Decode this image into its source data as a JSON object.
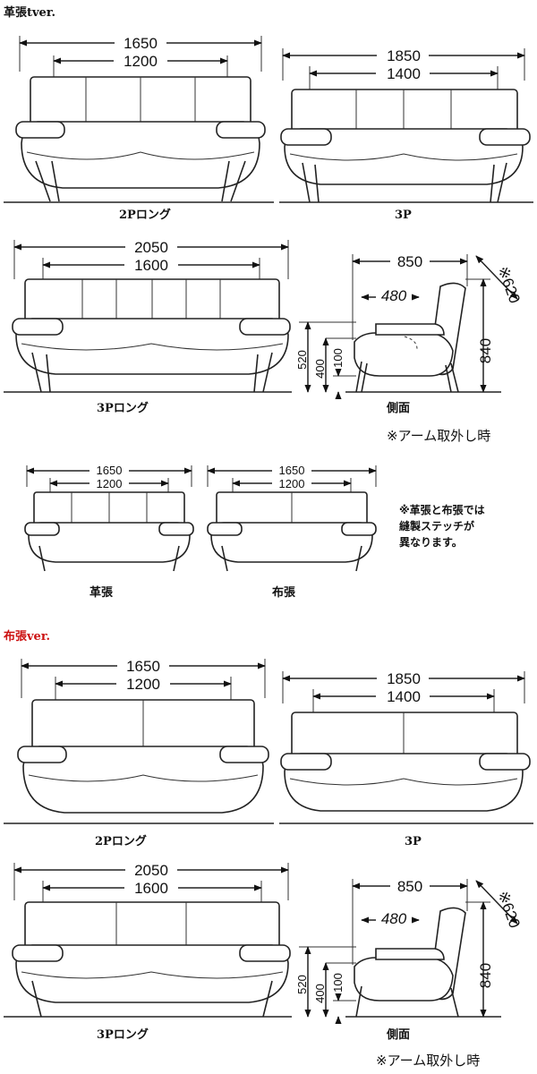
{
  "sections": [
    {
      "name": "leather",
      "header": "革張tver.",
      "header_color": "#111111",
      "label_color": "#111111",
      "sofas": [
        {
          "key": "2p-long",
          "label": "2Pロング",
          "outer": "1650",
          "inner": "1200"
        },
        {
          "key": "3p",
          "label": "3P",
          "outer": "1850",
          "inner": "1400"
        },
        {
          "key": "3p-long",
          "label": "3Pロング",
          "outer": "2050",
          "inner": "1600"
        }
      ],
      "side": {
        "label": "側面",
        "depth": "850",
        "diagonal": "※620",
        "seat_depth": "480",
        "height": "840",
        "arm_height": "520",
        "seat_height": "400",
        "leg_height": "100",
        "note": "※アーム取外し時"
      }
    },
    {
      "name": "fabric",
      "header": "布張ver.",
      "header_color": "#cc1111",
      "label_color": "#cc1111",
      "sofas": [
        {
          "key": "2p-long",
          "label": "2Pロング",
          "outer": "1650",
          "inner": "1200"
        },
        {
          "key": "3p",
          "label": "3P",
          "outer": "1850",
          "inner": "1400"
        },
        {
          "key": "3p-long",
          "label": "3Pロング",
          "outer": "2050",
          "inner": "1600"
        }
      ],
      "side": {
        "label": "側面",
        "depth": "850",
        "diagonal": "※620",
        "seat_depth": "480",
        "height": "840",
        "arm_height": "520",
        "seat_height": "400",
        "leg_height": "100",
        "note": "※アーム取外し時"
      }
    }
  ],
  "comparison": {
    "leather": {
      "label": "革張",
      "outer": "1650",
      "inner": "1200"
    },
    "fabric": {
      "label": "布張",
      "outer": "1650",
      "inner": "1200"
    },
    "note_lines": [
      "※革張と布張では",
      "縫製ステッチが",
      "異なります。"
    ]
  }
}
